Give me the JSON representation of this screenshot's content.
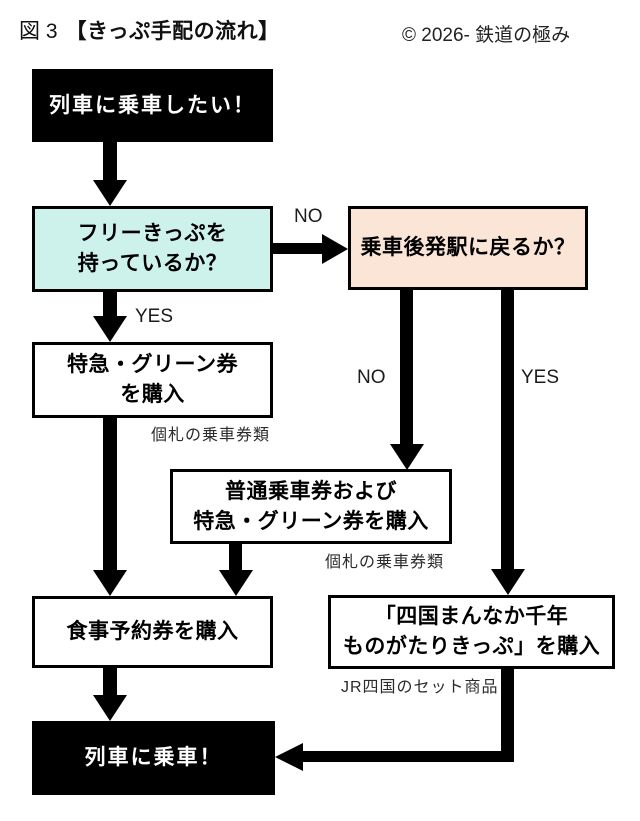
{
  "header": {
    "title_prefix": "図 3",
    "title_main": "【きっぷ手配の流れ】",
    "copyright": "© 2026- 鉄道の極み"
  },
  "nodes": {
    "start": {
      "label": "列車に乗車したい！"
    },
    "q_freepass": {
      "line1": "フリーきっぷを",
      "line2": "持っているか？"
    },
    "q_return": {
      "label": "乗車後発駅に戻るか？"
    },
    "buy_express": {
      "line1": "特急・グリーン券",
      "line2": "を購入"
    },
    "buy_normal": {
      "line1": "普通乗車券および",
      "line2": "特急・グリーン券を購入"
    },
    "buy_meal": {
      "label": "食事予約券を購入"
    },
    "buy_shikoku": {
      "line1": "「四国まんなか千年",
      "line2": "ものがたりきっぷ」を購入"
    },
    "end": {
      "label": "列車に乗車！"
    }
  },
  "edge_labels": {
    "no_to_return": "NO",
    "yes_to_express": "YES",
    "no_to_normal": "NO",
    "yes_to_shikoku": "YES"
  },
  "notes": {
    "express_note": "個札の乗車券類",
    "normal_note": "個札の乗車券類",
    "shikoku_note": "JR四国のセット商品"
  },
  "colors": {
    "freepass_question_bg": "#cdf2ec",
    "return_question_bg": "#fbe5d6",
    "terminal_bg": "#000000",
    "terminal_text": "#ffffff",
    "process_bg": "#ffffff",
    "border_and_arrows": "#000000"
  }
}
